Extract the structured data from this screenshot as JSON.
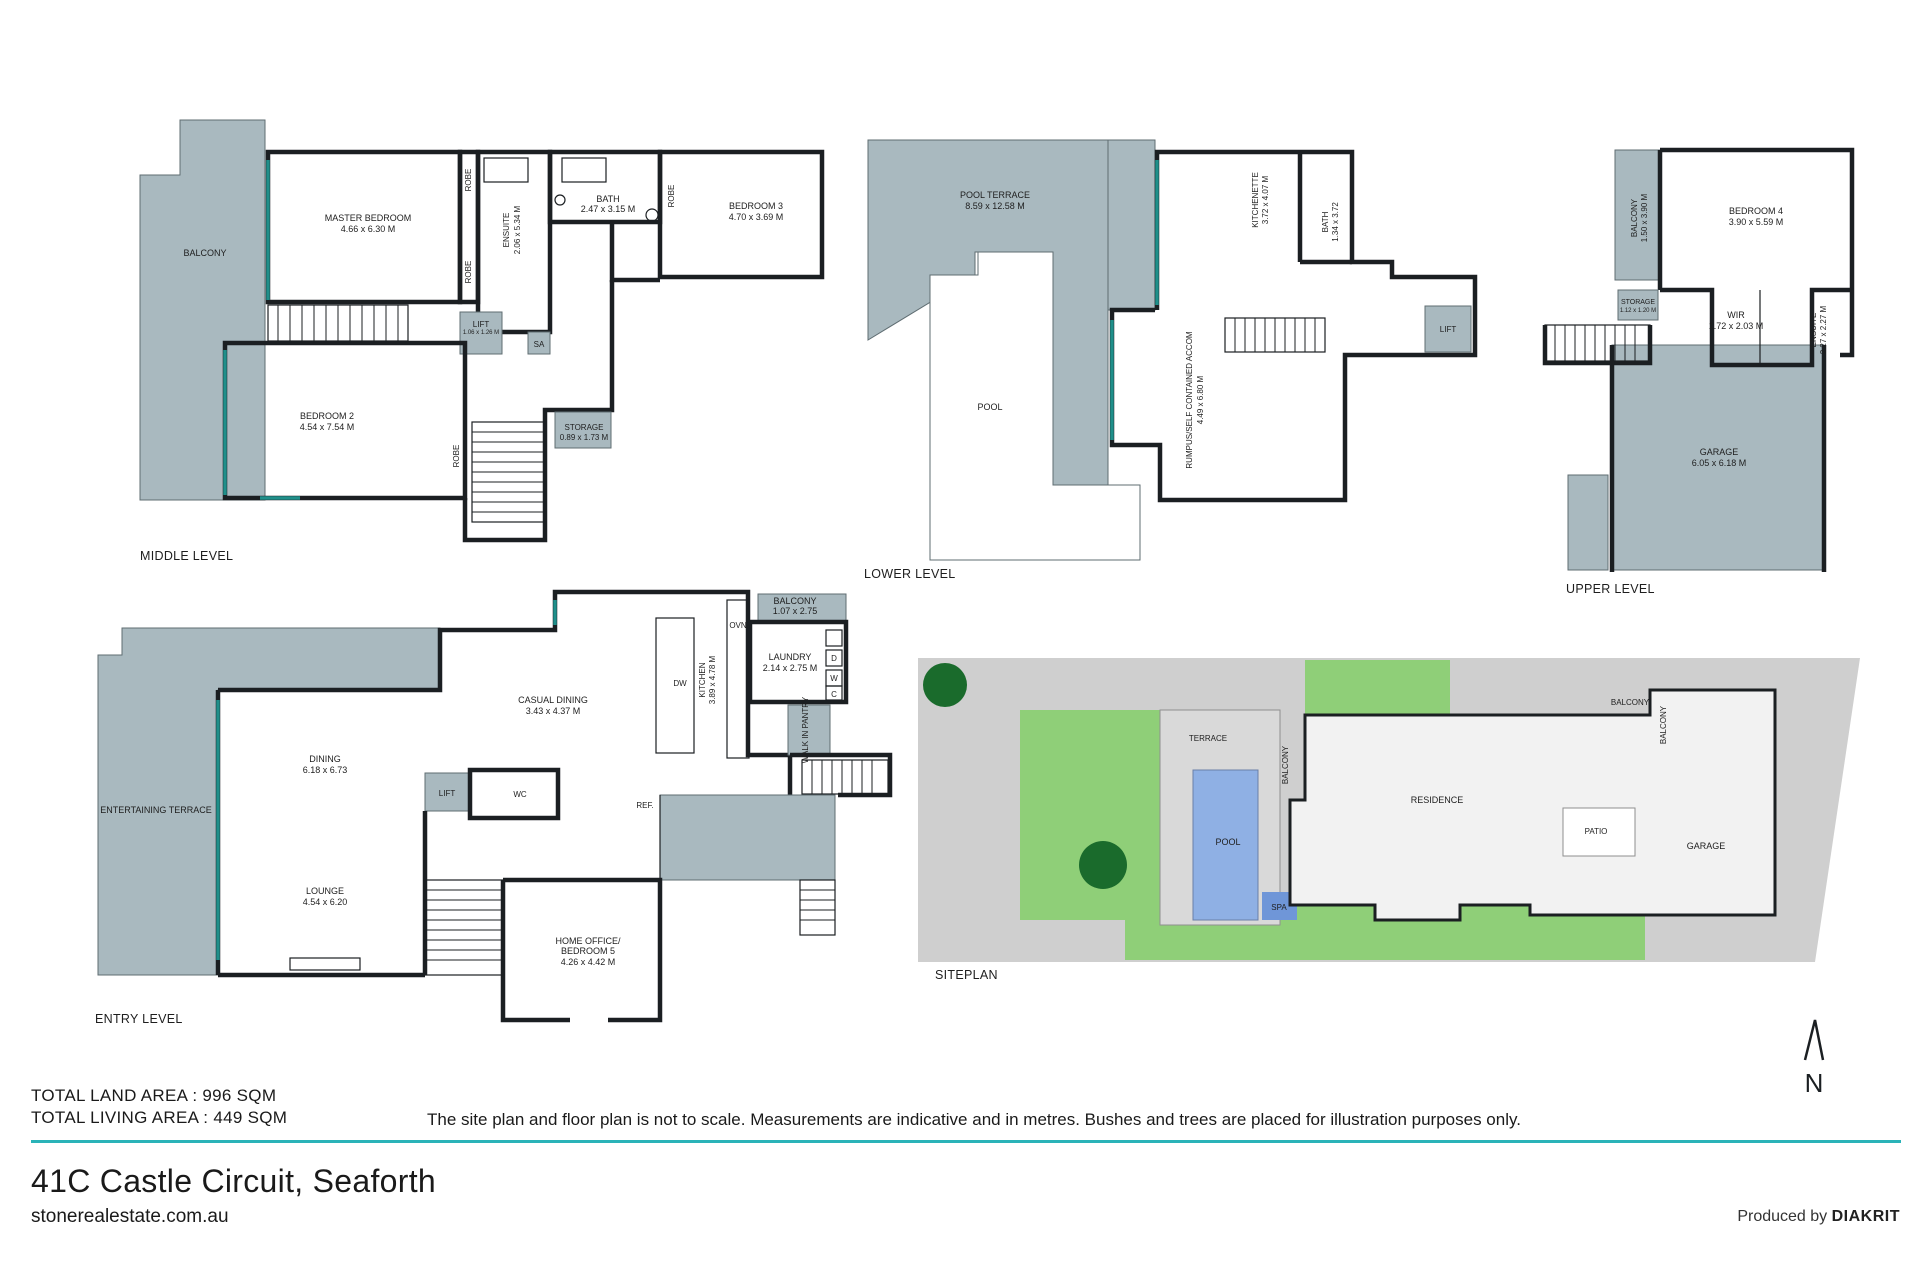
{
  "levels": {
    "middle": "MIDDLE LEVEL",
    "lower": "LOWER LEVEL",
    "upper": "UPPER LEVEL",
    "entry": "ENTRY LEVEL",
    "siteplan": "SITEPLAN"
  },
  "middle_rooms": {
    "balcony": "BALCONY",
    "master_name": "MASTER BEDROOM",
    "master_size": "4.66 x 6.30 M",
    "robe1": "ROBE",
    "robe2": "ROBE",
    "robe3": "ROBE",
    "robe4": "ROBE",
    "ensuite_name": "ENSUITE",
    "ensuite_size": "2.06 x 5.34 M",
    "bath_name": "BATH",
    "bath_size": "2.47 x 3.15 M",
    "bed3_name": "BEDROOM 3",
    "bed3_size": "4.70 x 3.69 M",
    "lift": "LIFT",
    "lift_size": "1.06 x 1.26 M",
    "sa": "SA",
    "bed2_name": "BEDROOM 2",
    "bed2_size": "4.54 x 7.54 M",
    "storage_name": "STORAGE",
    "storage_size": "0.89 x 1.73 M"
  },
  "lower_rooms": {
    "pool_terrace_name": "POOL TERRACE",
    "pool_terrace_size": "8.59 x 12.58 M",
    "pool": "POOL",
    "kitchenette_name": "KITCHENETTE",
    "kitchenette_size": "3.72 x 4.07 M",
    "bath_name": "BATH",
    "bath_size": "1.34 x 3.72",
    "rumpus_name": "RUMPUS/SELF CONTAINED ACCOM",
    "rumpus_size": "4.49 x 6.80 M",
    "lift": "LIFT"
  },
  "upper_rooms": {
    "balcony_name": "BALCONY",
    "balcony_size": "1.50 x 3.90 M",
    "bed4_name": "BEDROOM 4",
    "bed4_size": "3.90 x 5.59 M",
    "storage_name": "STORAGE",
    "storage_size": "1.12 x 1.20 M",
    "wir_name": "WIR",
    "wir_size": "1.72 x 2.03 M",
    "ensuite_name": "ENSUITE",
    "ensuite_size": "2.27 x 2.27 M",
    "garage_name": "GARAGE",
    "garage_size": "6.05 x 6.18 M"
  },
  "entry_rooms": {
    "balcony_name": "BALCONY",
    "balcony_size": "1.07 x 2.75",
    "ovn": "OVN",
    "laundry_name": "LAUNDRY",
    "laundry_size": "2.14 x 2.75 M",
    "d": "D",
    "w": "W",
    "c": "C",
    "casual_name": "CASUAL DINING",
    "casual_size": "3.43 x 4.37 M",
    "kitchen_name": "KITCHEN",
    "kitchen_size": "3.89 x 4.78 M",
    "dw": "DW",
    "pantry": "WALK IN PANTRY",
    "terrace": "ENTERTAINING TERRACE",
    "dining_name": "DINING",
    "dining_size": "6.18 x 6.73",
    "lift": "LIFT",
    "wc": "WC",
    "ref": "REF.",
    "lounge_name": "LOUNGE",
    "lounge_size": "4.54 x 6.20",
    "office_name1": "HOME OFFICE/",
    "office_name2": "BEDROOM 5",
    "office_size": "4.26 x 4.42 M"
  },
  "site": {
    "terrace": "TERRACE",
    "balcony1": "BALCONY",
    "balcony2": "BALCONY",
    "balcony3": "BALCONY",
    "residence": "RESIDENCE",
    "pool": "POOL",
    "spa": "SPA",
    "patio": "PATIO",
    "garage": "GARAGE"
  },
  "compass": "N",
  "footer": {
    "land_area": "TOTAL LAND AREA : 996 SQM",
    "living_area": "TOTAL LIVING AREA : 449 SQM",
    "disclaimer": "The site plan and floor plan is not to scale. Measurements are indicative and in metres. Bushes and trees are placed for illustration purposes only.",
    "address": "41C Castle Circuit, Seaforth",
    "website": "stonerealestate.com.au",
    "produced_by": "Produced by",
    "brand": "DIAKRIT"
  },
  "colors": {
    "accent": "#2ab3b8",
    "outdoor_grey": "#a9b9bf",
    "lawn": "#8fcf78",
    "pool_blue": "#8fb0e4",
    "wall": "#1b1f22"
  }
}
